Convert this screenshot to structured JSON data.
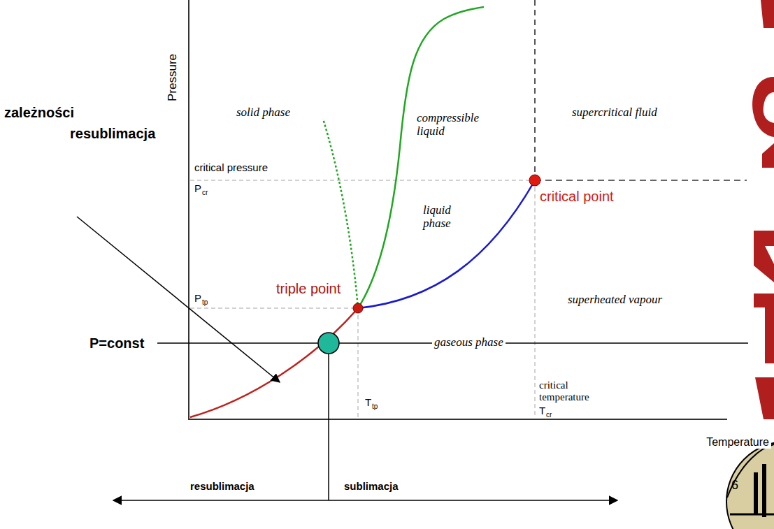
{
  "diagram": {
    "nodes": [
      {
        "text": [
          "6"
        ]
      }
    ],
    "labels": [
      "zależności",
      "resublimacja",
      "Pressure",
      "solid phase",
      "compressible liquid",
      "supercritical fluid",
      "critical pressure",
      "P",
      "cr",
      "liquid phase",
      "critical point",
      "triple point",
      "P",
      "tp",
      "superheated vapour",
      "P=const",
      "gaseous phase",
      "critical temperature",
      "T",
      "tp",
      "T",
      "cr",
      "Temperature",
      "resublimacja",
      "sublimacja"
    ]
  }
}
